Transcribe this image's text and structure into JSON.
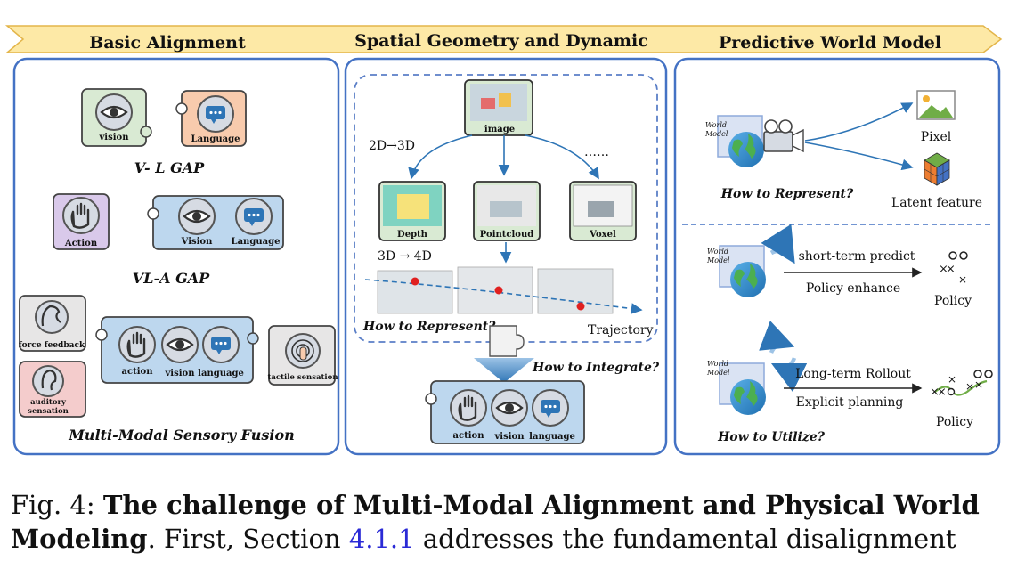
{
  "banner": {
    "sections": [
      "Basic Alignment",
      "Spatial Geometry and Dynamic",
      "Predictive World Model"
    ]
  },
  "panel1": {
    "vl_gap": {
      "title": "V- L GAP",
      "vision": "vision",
      "language": "Language"
    },
    "vla_gap": {
      "title": "VL-A GAP",
      "action": "Action",
      "vision": "Vision",
      "language": "Language"
    },
    "fusion": {
      "title": "Multi-Modal Sensory Fusion",
      "force": "force feedback",
      "auditory_1": "auditory",
      "auditory_2": "sensation",
      "tactile": "tactile sensation",
      "action": "action",
      "vision": "vision",
      "language": "language"
    }
  },
  "panel2": {
    "image": "image",
    "lift_2d3d": "2D→3D",
    "ellipsis": "……",
    "depth": "Depth",
    "pointcloud": "Pointcloud",
    "voxel": "Voxel",
    "lift_3d4d": "3D → 4D",
    "how_represent": "How to Represent?",
    "trajectory": "Trajectory",
    "how_integrate": "How to Integrate?",
    "out_action": "action",
    "out_vision": "vision",
    "out_language": "language"
  },
  "panel3": {
    "world_model_1": "World",
    "world_model_2": "Model",
    "pixel": "Pixel",
    "latent": "Latent feature",
    "how_represent": "How to Represent?",
    "short_term": "short-term predict",
    "policy_enhance": "Policy enhance",
    "policy_a": "Policy",
    "long_term": "Long-term Rollout",
    "explicit": "Explicit planning",
    "policy_b": "Policy",
    "how_utilize": "How to Utilize?"
  },
  "caption": {
    "prefix": "Fig. 4: ",
    "bold": "The challenge of Multi-Modal Alignment and Physical World Modeling",
    "mid": ". First, Section ",
    "ref": "4.1.1",
    "rest": " addresses the fundamental disalignment"
  },
  "colors": {
    "banner": "#fde9a6",
    "panel_border": "#4472c4",
    "vision_green": "#d9ead3",
    "language_orange": "#f8cbad",
    "action_purple": "#d9c9ea",
    "blue_block": "#bdd7ee",
    "arrow_blue": "#2e75b6",
    "auditory_pink": "#f4cccc",
    "gray_block": "#e7e6e6"
  }
}
